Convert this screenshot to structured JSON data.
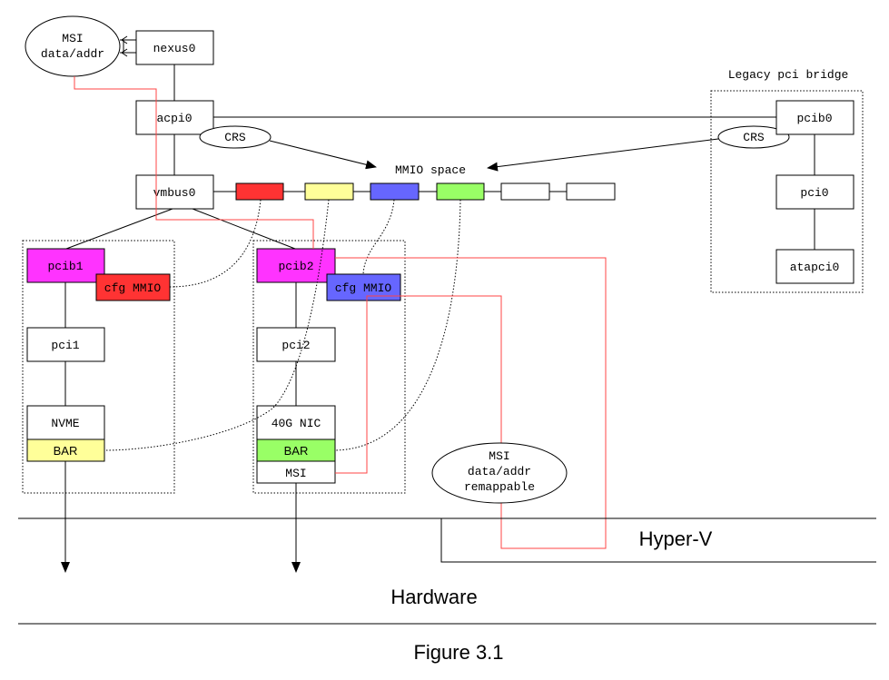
{
  "figure": {
    "caption": "Figure 3.1",
    "colors": {
      "red": "#ff3333",
      "yellow": "#ffff99",
      "blue": "#6666ff",
      "green": "#99ff66",
      "magenta": "#ff33ff",
      "msi_line": "#ff4444"
    },
    "nodes": {
      "msi_top": [
        "MSI",
        "data/addr"
      ],
      "nexus0": "nexus0",
      "acpi0": "acpi0",
      "crs_left": "CRS",
      "crs_right": "CRS",
      "mmio_space": "MMIO space",
      "vmbus0": "vmbus0",
      "legacy_bridge_label": "Legacy pci bridge",
      "pcib0": "pcib0",
      "pci0": "pci0",
      "atapci0": "atapci0",
      "pcib1": "pcib1",
      "cfg_mmio_1": "cfg MMIO",
      "pci1": "pci1",
      "nvme": "NVME",
      "bar_nvme": "BAR",
      "pcib2": "pcib2",
      "cfg_mmio_2": "cfg MMIO",
      "pci2": "pci2",
      "nic": "40G NIC",
      "bar_nic": "BAR",
      "msi_nic": "MSI",
      "msi_remap": [
        "MSI",
        "data/addr",
        "remappable"
      ],
      "hyperv": "Hyper-V",
      "hardware": "Hardware"
    },
    "mmio_slots": [
      "red",
      "yellow",
      "blue",
      "green",
      "white",
      "white"
    ]
  }
}
